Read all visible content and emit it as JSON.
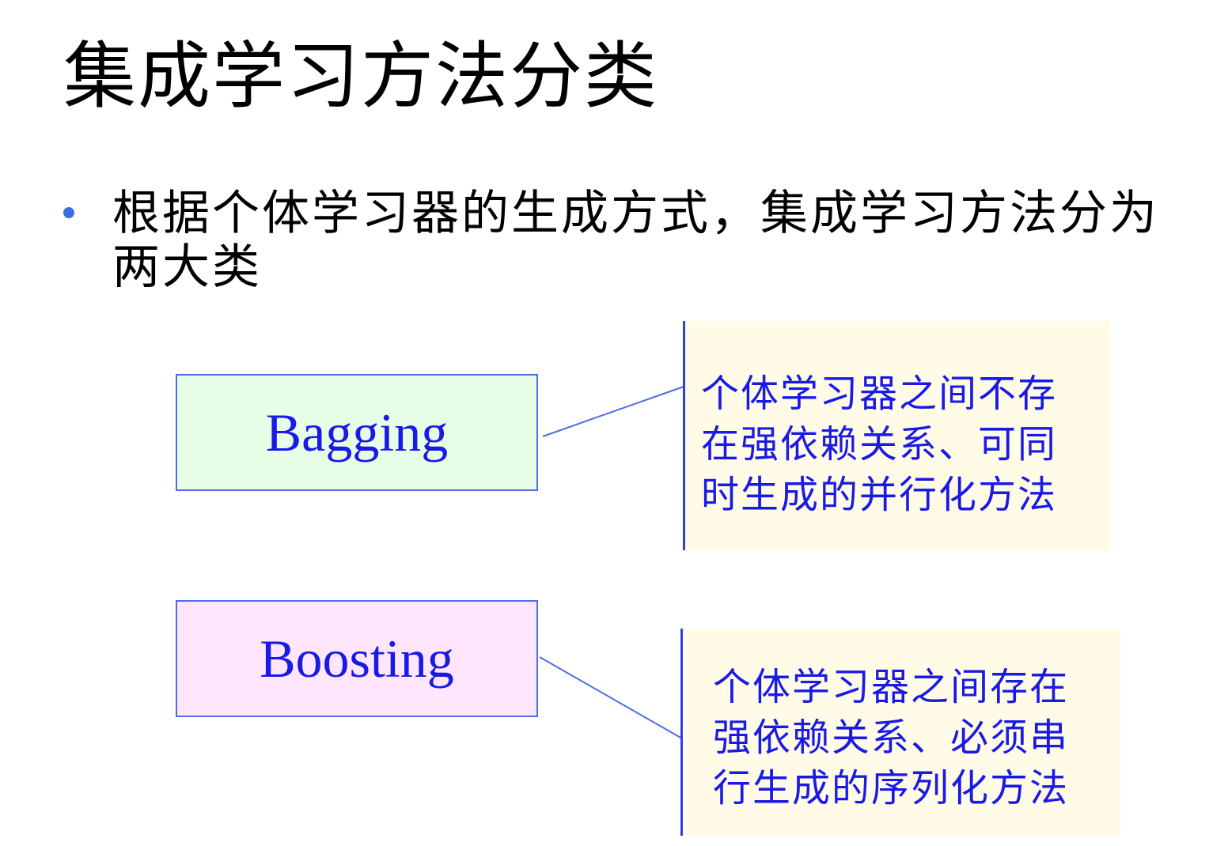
{
  "slide": {
    "title": "集成学习方法分类",
    "bullet": "根据个体学习器的生成方式，集成学习方法分为两大类"
  },
  "categories": [
    {
      "label": "Bagging",
      "description": "个体学习器之间不存在强依赖关系、可同时生成的并行化方法"
    },
    {
      "label": "Boosting",
      "description": "个体学习器之间存在强依赖关系、必须串行生成的序列化方法"
    }
  ],
  "colors": {
    "bullet": "#3b6fe0",
    "category_text": "#1a1ae6",
    "bagging_fill": "#e8fde6",
    "boosting_fill": "#ffe6fd",
    "description_fill": "#fffbe6",
    "box_border": "#4d6ee6",
    "connector": "#4d6ee6"
  }
}
